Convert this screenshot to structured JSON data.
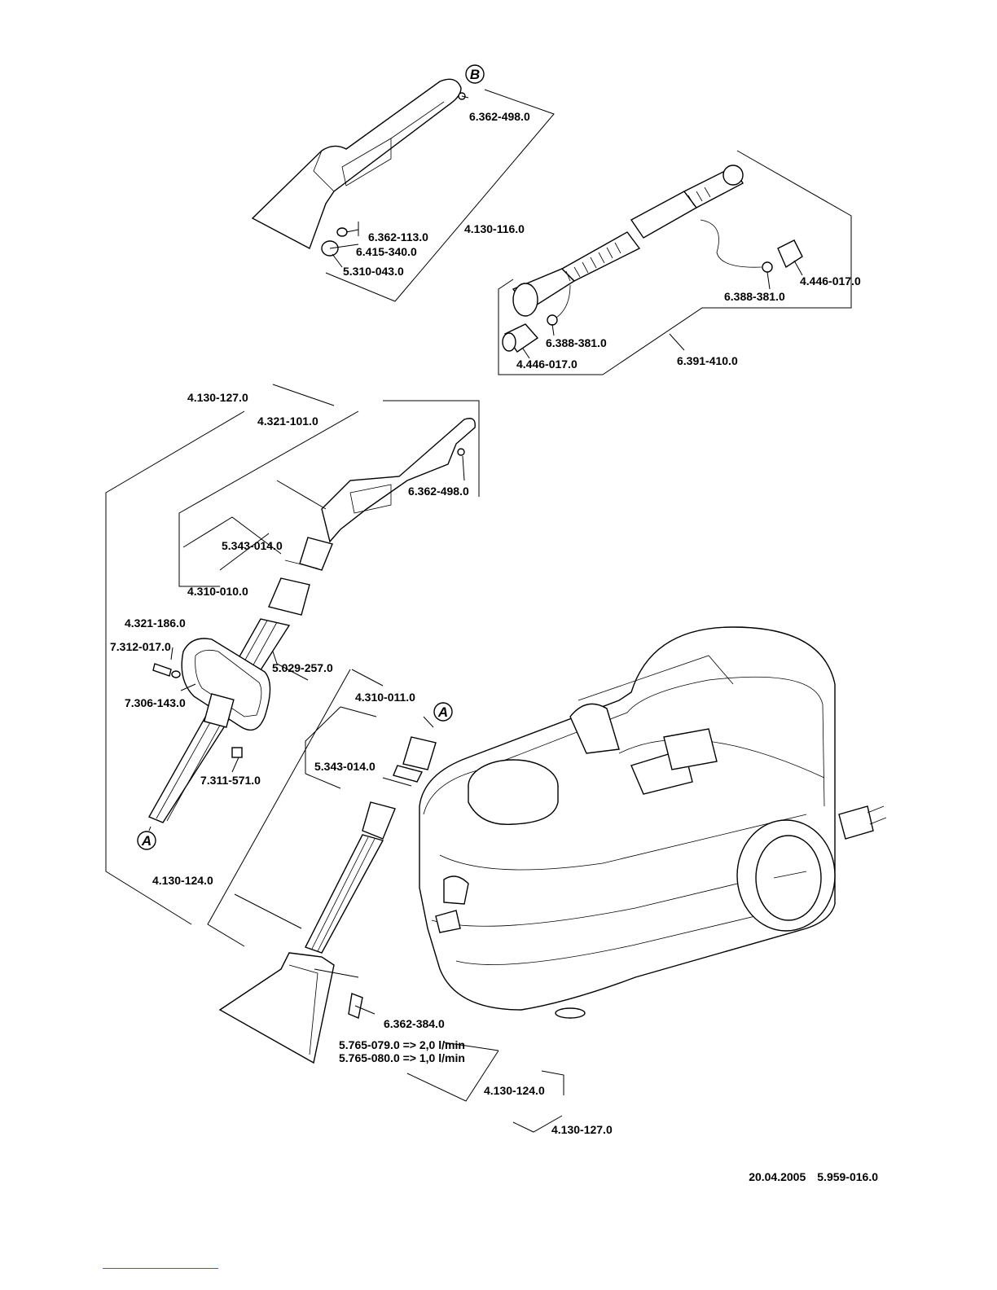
{
  "labels": {
    "l1": "6.362-498.0",
    "l2": "4.130-116.0",
    "l3": "6.362-113.0",
    "l4": "6.415-340.0",
    "l5": "5.310-043.0",
    "l6": "4.446-017.0",
    "l7": "6.388-381.0",
    "l8": "6.388-381.0",
    "l9": "4.446-017.0",
    "l10": "6.391-410.0",
    "l11": "4.130-127.0",
    "l12": "4.321-101.0",
    "l13": "6.362-498.0",
    "l14": "5.343-014.0",
    "l15": "4.310-010.0",
    "l16": "4.321-186.0",
    "l17": "7.312-017.0",
    "l18": "5.029-257.0",
    "l19": "7.306-143.0",
    "l20": "4.310-011.0",
    "l21": "5.343-014.0",
    "l22": "7.311-571.0",
    "l23": "4.130-124.0",
    "l24": "6.362-384.0",
    "l25": "5.765-079.0 => 2,0 l/min",
    "l26": "5.765-080.0 => 1,0 l/min",
    "l27": "4.130-124.0",
    "l28": "4.130-127.0"
  },
  "callouts": {
    "b": "B",
    "a1": "A",
    "a2": "A"
  },
  "footer": {
    "date": "20.04.2005",
    "doc_number": "5.959-016.0"
  }
}
